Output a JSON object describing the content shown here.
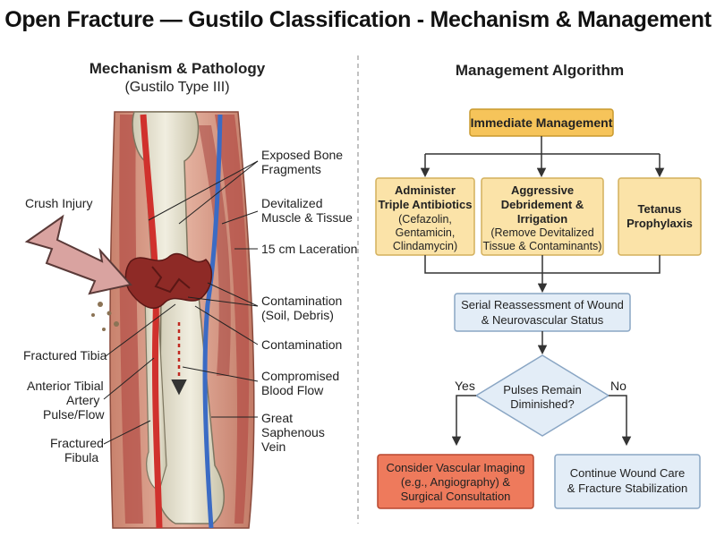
{
  "title": "Open Fracture — Gustilo Classification - Mechanism & Management",
  "left": {
    "heading": "Mechanism & Pathology",
    "subheading": "(Gustilo Type III)",
    "labels": {
      "crush": "Crush Injury",
      "exposed1": "Exposed Bone",
      "exposed2": "Fragments",
      "devit1": "Devitalized",
      "devit2": "Muscle & Tissue",
      "laceration": "15 cm Laceration",
      "contam1": "Contamination",
      "contam2": "(Soil, Debris)",
      "contam3": "Contamination",
      "tibia": "Fractured Tibia",
      "artery1": "Anterior Tibial",
      "artery2": "Artery",
      "artery3": "Pulse/Flow",
      "blood1": "Compromised",
      "blood2": "Blood Flow",
      "fibula1": "Fractured",
      "fibula2": "Fibula",
      "vein1": "Great",
      "vein2": "Saphenous",
      "vein3": "Vein"
    }
  },
  "right": {
    "heading": "Management Algorithm",
    "immediate": "Immediate Management",
    "abx": {
      "title1": "Administer",
      "title2": "Triple Antibiotics",
      "line1": "(Cefazolin,",
      "line2": "Gentamicin,",
      "line3": "Clindamycin)"
    },
    "debride": {
      "title1": "Aggressive",
      "title2": "Debridement &",
      "title3": "Irrigation",
      "line1": "(Remove Devitalized",
      "line2": "Tissue & Contaminants)"
    },
    "tetanus": {
      "title1": "Tetanus",
      "title2": "Prophylaxis"
    },
    "serial": {
      "line1": "Serial Reassessment of Wound",
      "line2": "& Neurovascular Status"
    },
    "decision": {
      "line1": "Pulses Remain",
      "line2": "Diminished?"
    },
    "yes": "Yes",
    "no": "No",
    "vascular": {
      "line1": "Consider Vascular Imaging",
      "line2": "(e.g., Angiography) &",
      "line3": "Surgical Consultation"
    },
    "continue": {
      "line1": "Continue Wound Care",
      "line2": "& Fracture Stabilization"
    }
  },
  "colors": {
    "skin": "#d99a86",
    "muscle": "#b5524a",
    "bone": "#e8e4d2",
    "artery": "#d0312d",
    "vein": "#3b6bc4",
    "orange_box": "#f6c45a",
    "yellow_box": "#fbe3a8",
    "blue_box": "#e3edf7",
    "red_box": "#ee7a5c"
  }
}
